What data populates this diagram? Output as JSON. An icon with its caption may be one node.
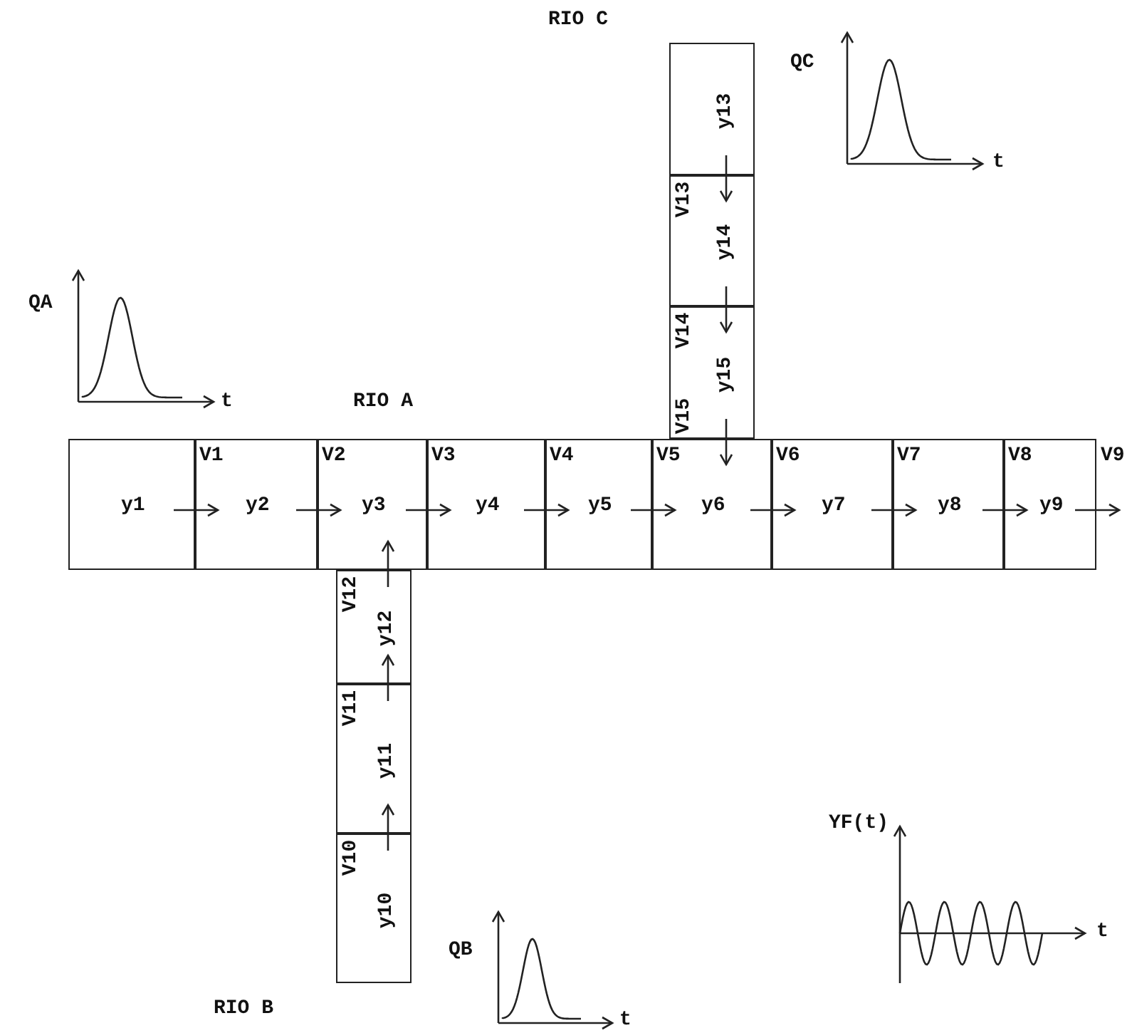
{
  "diagram": {
    "nodes": [
      {
        "text": [
          "y1"
        ]
      },
      {
        "text": [
          "y2"
        ]
      },
      {
        "text": [
          "y3"
        ]
      },
      {
        "text": [
          "y4"
        ]
      },
      {
        "text": [
          "y5"
        ]
      },
      {
        "text": [
          "y6"
        ]
      },
      {
        "text": [
          "y7"
        ]
      },
      {
        "text": [
          "y8"
        ]
      },
      {
        "text": [
          "y9"
        ]
      },
      {
        "text": [
          "y10"
        ]
      },
      {
        "text": [
          "y11"
        ]
      },
      {
        "text": [
          "y12"
        ]
      },
      {
        "text": [
          "y13"
        ]
      },
      {
        "text": [
          "y14"
        ]
      },
      {
        "text": [
          "y15"
        ]
      }
    ],
    "edges": [
      {
        "from": 0,
        "to": 1,
        "arrow": "to",
        "label": "V1"
      },
      {
        "from": 1,
        "to": 2,
        "arrow": "to",
        "label": "V2"
      },
      {
        "from": 2,
        "to": 3,
        "arrow": "to",
        "label": "V3"
      },
      {
        "from": 3,
        "to": 4,
        "arrow": "to",
        "label": "V4"
      },
      {
        "from": 4,
        "to": 5,
        "arrow": "to",
        "label": "V5"
      },
      {
        "from": 5,
        "to": 6,
        "arrow": "to",
        "label": "V6"
      },
      {
        "from": 6,
        "to": 7,
        "arrow": "to",
        "label": "V7"
      },
      {
        "from": 7,
        "to": 8,
        "arrow": "to",
        "label": "V8"
      },
      {
        "from": 8,
        "to": null,
        "arrow": "to",
        "label": "V9"
      },
      {
        "from": 9,
        "to": 10,
        "arrow": "to",
        "label": "V10"
      },
      {
        "from": 10,
        "to": 11,
        "arrow": "to",
        "label": "V11"
      },
      {
        "from": 11,
        "to": 2,
        "arrow": "to",
        "label": "V12"
      },
      {
        "from": 12,
        "to": 13,
        "arrow": "to",
        "label": "V13"
      },
      {
        "from": 13,
        "to": 14,
        "arrow": "to",
        "label": "V14"
      },
      {
        "from": 14,
        "to": 5,
        "arrow": "to",
        "label": "V15"
      }
    ],
    "labels": [
      "RIO C",
      "QC",
      "t",
      "QA",
      "t",
      "RIO A",
      "YF(t)",
      "t",
      "QB",
      "t",
      "RIO B"
    ]
  }
}
